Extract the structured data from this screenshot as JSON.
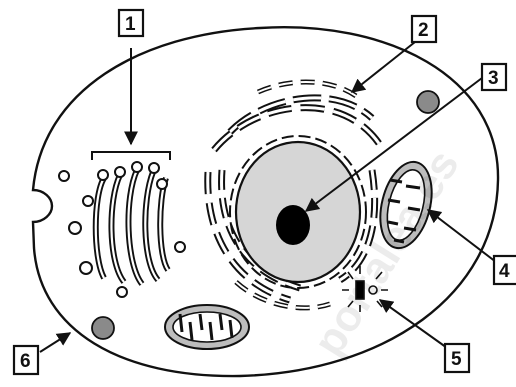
{
  "labels": {
    "golgi": "1",
    "er": "2",
    "nucleus": "3",
    "mitochondrion": "4",
    "centriole": "5",
    "membrane": "6"
  },
  "watermark": "portalea.es",
  "colors": {
    "outline": "#111111",
    "nucleus_fill": "#d6d6d6",
    "nucleolus": "#000000",
    "vesicle_dark": "#8a8a8a",
    "organelle_fill": "#bdbdbd"
  }
}
